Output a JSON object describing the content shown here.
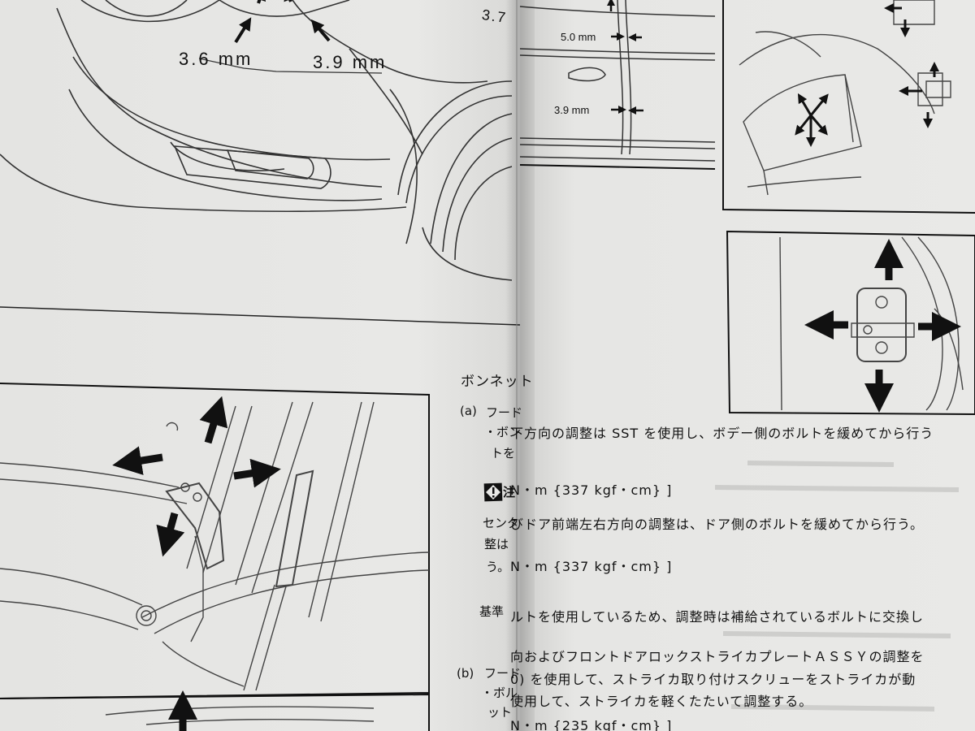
{
  "left_page": {
    "dimensions": {
      "dim_a": "3.6 mm",
      "dim_b": "3.9 mm",
      "dim_c": "3.7"
    },
    "left_column": {
      "heading": "ボンネット",
      "item_a": "(a)",
      "item_a_text": "フード",
      "bullet_1": "・ボン",
      "bullet_1b": "トを",
      "caution_label": "注",
      "note_1": "センタ",
      "note_2": "整は",
      "note_3": "う。",
      "standard": "基準",
      "item_b": "(b)",
      "item_b_text": "フード",
      "bullet_2": "・ボル",
      "bullet_2b": "ット"
    }
  },
  "right_page": {
    "dimensions": {
      "dim_top": "5.0 mm",
      "dim_bottom": "3.9 mm"
    },
    "text_lines": {
      "line_1": "下方向の調整は SST を使用し、ボデー側のボルトを緩めてから行う",
      "line_2": "N・m {337 kgf・cm} ]",
      "line_3": "びドア前端左右方向の調整は、ドア側のボルトを緩めてから行う。",
      "line_4": "N・m {337 kgf・cm} ]",
      "line_5": "ルトを使用しているため、調整時は補給されているボルトに交換し",
      "line_6": "向およびフロントドアロックストライカプレートＡＳＳＹの調整を",
      "line_7": "0) を使用して、ストライカ取り付けスクリューをストライカが動",
      "line_8": "使用して、ストライカを軽くたたいて調整する。",
      "line_9": "N・m {235 kgf・cm} ]"
    }
  },
  "colors": {
    "paper": "#e8e8e6",
    "ink": "#111111"
  }
}
